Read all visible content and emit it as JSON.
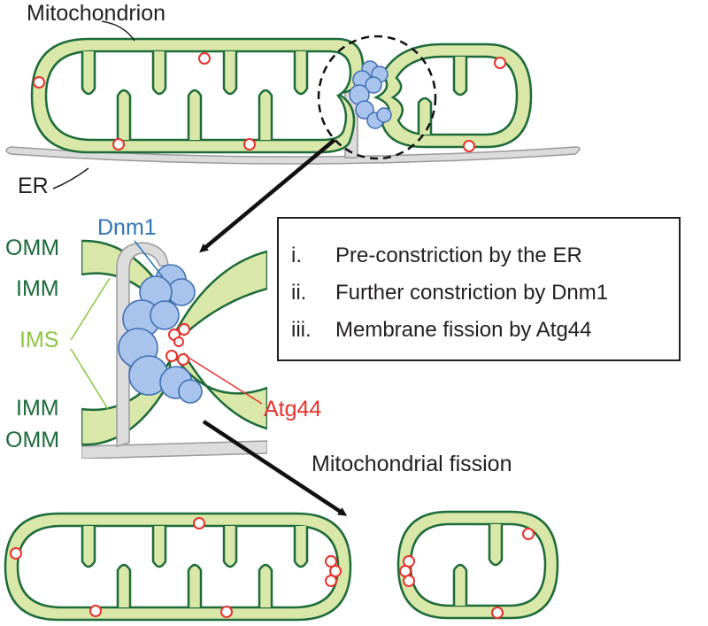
{
  "labels": {
    "mitochondrion": "Mitochondrion",
    "er": "ER",
    "dnm1": "Dnm1",
    "omm": "OMM",
    "imm": "IMM",
    "ims": "IMS",
    "atg44": "Atg44",
    "fission": "Mitochondrial fission"
  },
  "steps": [
    {
      "num": "i.",
      "text": "Pre-constriction by the ER"
    },
    {
      "num": "ii.",
      "text": "Further constriction by Dnm1"
    },
    {
      "num": "iii.",
      "text": "Membrane fission by Atg44"
    }
  ],
  "colors": {
    "matrix": "#d9e8a8",
    "membrane": "#1e6b3a",
    "er": "#dcdcdc",
    "er_edge": "#9a9a9a",
    "dnm1": "#a9c4ec",
    "dnm1_edge": "#3f6fb5",
    "atg44": "#e8322c",
    "ims_label": "#8cc63f",
    "dnm1_label": "#2e75b6",
    "membrane_label": "#1a6b3a",
    "text": "#231f20"
  }
}
